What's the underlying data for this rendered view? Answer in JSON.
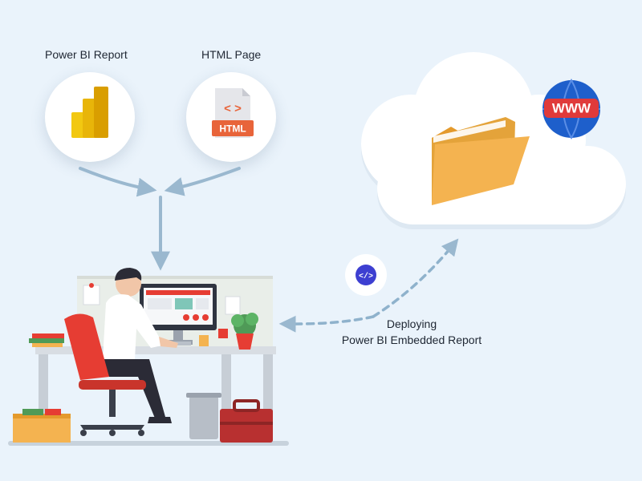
{
  "sources": {
    "powerbi": {
      "label": "Power BI Report"
    },
    "html": {
      "label": "HTML Page",
      "icon_text": "HTML",
      "icon_symbol": "< >"
    }
  },
  "cloud": {
    "badge_text": "WWW"
  },
  "deploy": {
    "line1": "Deploying",
    "line2": "Power BI Embedded Report",
    "badge_symbol": "</>"
  },
  "colors": {
    "arrow": "#9ab8cf",
    "cloud": "#ffffff",
    "folder": "#f4b350",
    "powerbi_yellow": "#f2c811",
    "html_orange": "#e8643a",
    "globe_blue": "#1e5fcb",
    "badge_purple": "#3d3fd1",
    "chair_red": "#e63d33"
  }
}
